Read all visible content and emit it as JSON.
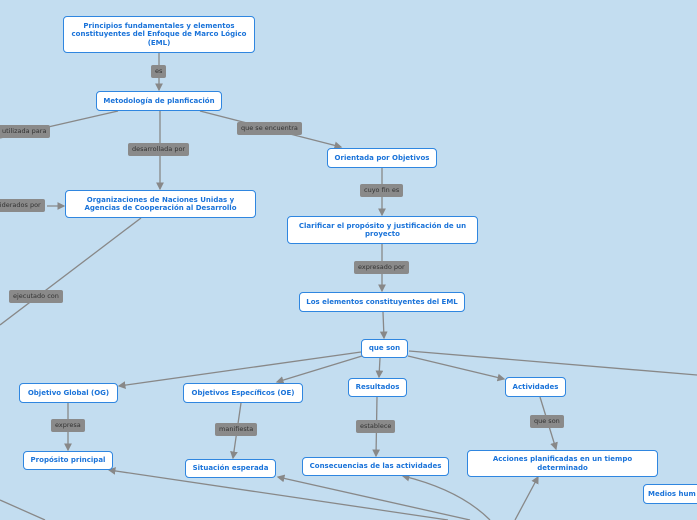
{
  "nodes": {
    "root": "Principios fundamentales y elementos constituyentes del Enfoque de Marco Lógico (EML)",
    "metodologia": "Metodología de planficación",
    "orientada": "Orientada por Objetivos",
    "organizaciones": "Organizaciones de Naciones Unidas y Agencias de Cooperación al Desarrollo",
    "clarificar": "Clarificar el propósito y justificación de un proyecto",
    "elementos": "Los elementos constituyentes del EML",
    "queson": "que son",
    "og": "Objetivo Global (OG)",
    "oe": "Objetivos Específicos (OE)",
    "resultados": "Resultados",
    "actividades": "Actividades",
    "proposito": "Propósito principal",
    "situacion": "Situación esperada",
    "consecuencias": "Consecuencias de las actividades",
    "acciones": "Acciones planificadas en un tiempo determinado",
    "medios": "Medios hum"
  },
  "labels": {
    "es": "es",
    "utilizada": "utilizada para",
    "desarrollada": "desarrollada por",
    "encuentra": "que se encuentra",
    "liderados": "liderados por",
    "cuyo": "cuyo fin es",
    "expresado": "expresado por",
    "ejecutado": "ejecutado con",
    "expresa": "expresa",
    "manifiesta": "manifiesta",
    "establece": "establece",
    "queson2": "que son"
  }
}
